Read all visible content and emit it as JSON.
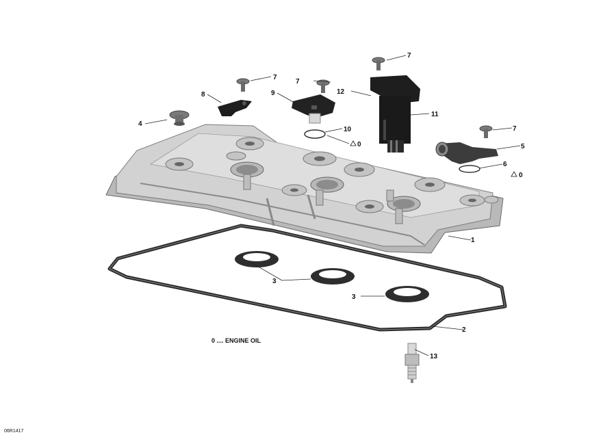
{
  "diagram": {
    "callouts": {
      "c1": "1",
      "c2": "2",
      "c3a": "3",
      "c3b": "3",
      "c4": "4",
      "c5": "5",
      "c6": "6",
      "c7a": "7",
      "c7b": "7",
      "c7c": "7",
      "c7d": "7",
      "c8": "8",
      "c9": "9",
      "c10": "10",
      "c11": "11",
      "c12": "12",
      "c13": "13"
    },
    "oil_mark_a": "0",
    "oil_mark_b": "0",
    "legend": "0 .... ENGINE OIL",
    "drawing_code": "06R1417",
    "colors": {
      "cover": "#c9c9c9",
      "cover_dark": "#9a9a9a",
      "part_dark": "#1e1e1e",
      "gasket": "#2a2a2a"
    }
  }
}
